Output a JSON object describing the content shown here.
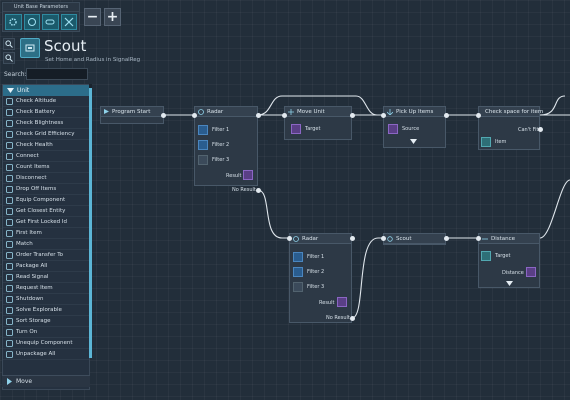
{
  "toolbar": {
    "title": "Unit Base Parameters"
  },
  "header": {
    "title": "Scout",
    "subtitle": "Set Home and Radius in SignalReg"
  },
  "search": {
    "label": "Search:",
    "value": ""
  },
  "sidebar": {
    "category": "Unit",
    "items": [
      "Check Altitude",
      "Check Battery",
      "Check Blightness",
      "Check Grid Efficiency",
      "Check Health",
      "Connect",
      "Count Items",
      "Disconnect",
      "Drop Off Items",
      "Equip Component",
      "Get Closest Entity",
      "Get First Locked Id",
      "First Item",
      "Match",
      "Order Transfer To",
      "Package All",
      "Read Signal",
      "Request Item",
      "Shutdown",
      "Solve Explorable",
      "Sort Storage",
      "Turn On",
      "Unequip Component",
      "Unpackage All"
    ],
    "footer_item": "Move"
  },
  "nodes": {
    "program_start": {
      "title": "Program Start"
    },
    "radar1": {
      "title": "Radar",
      "filter1": "Filter 1",
      "filter2": "Filter 2",
      "filter3": "Filter 3",
      "result": "Result",
      "no_result": "No Result"
    },
    "move_unit": {
      "title": "Move Unit",
      "target": "Target"
    },
    "pick_up": {
      "title": "Pick Up Items",
      "source": "Source"
    },
    "check_space": {
      "title": "Check space for item",
      "cant_fit": "Can't Fit",
      "item": "Item"
    },
    "radar2": {
      "title": "Radar",
      "filter1": "Filter 1",
      "filter2": "Filter 2",
      "filter3": "Filter 3",
      "result": "Result",
      "no_result": "No Result"
    },
    "scout": {
      "title": "Scout"
    },
    "distance": {
      "title": "Distance",
      "target": "Target",
      "distance": "Distance"
    }
  },
  "colors": {
    "accent": "#5cb6d6",
    "category": "#2c6d8a",
    "node_bg": "#2d3946",
    "wire": "#dfe6ec"
  }
}
